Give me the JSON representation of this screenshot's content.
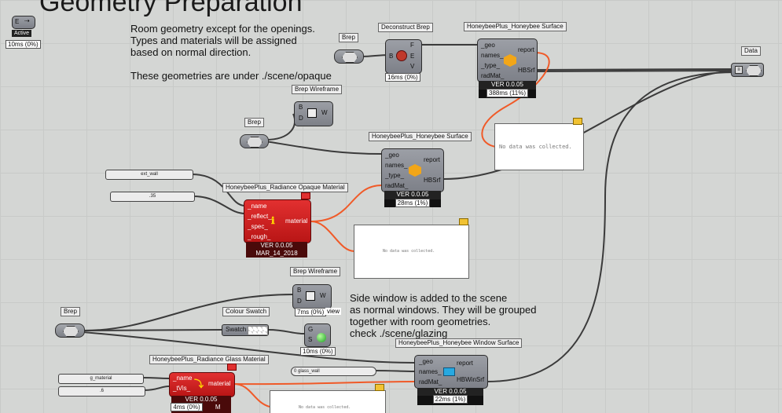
{
  "header": {
    "title": "Geometry Preparation"
  },
  "notes": {
    "room_geometry": "Room geometry except for the openings.\nTypes and materials will be assigned\nbased on normal direction.\n\nThese geometries are under ./scene/opaque",
    "side_window": "Side window is added to the scene\nas normal windows. They will be grouped\ntogether with room geometries.\ncheck ./scene/glazing"
  },
  "toggle": {
    "label": "Active",
    "time": "10ms (0%)",
    "e_label": "E"
  },
  "nodes": {
    "deconstruct": {
      "label": "Deconstruct Brep",
      "input": "B",
      "outputs": [
        "F",
        "E",
        "V"
      ],
      "time": "16ms (0%)"
    },
    "brep1": {
      "label": "Brep"
    },
    "brep2": {
      "label": "Brep"
    },
    "brep3": {
      "label": "Brep"
    },
    "data": {
      "label": "Data"
    },
    "wire1": {
      "label": "Brep Wireframe",
      "inputs": [
        "B",
        "D"
      ],
      "output": "W"
    },
    "wire2": {
      "label": "Brep Wireframe",
      "inputs": [
        "B",
        "D"
      ],
      "output": "W",
      "time": "7ms (0%)",
      "extra": "view"
    },
    "hbsurf1": {
      "label": "HoneybeePlus_Honeybee Surface",
      "inputs": [
        "_geo",
        "names_",
        "_type_",
        "radMat_"
      ],
      "outputs": [
        "report",
        "HBSrf"
      ],
      "ver": "VER 0.0.05",
      "time": "388ms (11%)"
    },
    "hbsurf2": {
      "label": "HoneybeePlus_Honeybee Surface",
      "inputs": [
        "_geo",
        "names_",
        "_type_",
        "radMat_"
      ],
      "outputs": [
        "report",
        "HBSrf"
      ],
      "ver": "VER 0.0.05",
      "time": "28ms (1%)"
    },
    "opaque_mat": {
      "label": "HoneybeePlus_Radiance Opaque Material",
      "inputs": [
        "_name",
        "_reflect_",
        "_spec_",
        "_rough_"
      ],
      "output": "material",
      "ver": "VER 0.0.05",
      "date": "MAR_14_2018"
    },
    "glass_mat": {
      "label": "HoneybeePlus_Radiance Glass Material",
      "inputs": [
        "_name",
        "_tVis_"
      ],
      "output": "material",
      "ver": "VER 0.0.05",
      "time": "4ms (0%)",
      "date_partial": "M"
    },
    "win_surf": {
      "label": "HoneybeePlus_Honeybee Window Surface",
      "inputs": [
        "_geo",
        "names_",
        "radMat_"
      ],
      "outputs": [
        "report",
        "HBWinSrf"
      ],
      "ver": "VER 0.0.05",
      "time": "22ms (1%)"
    },
    "colour_swatch": {
      "label": "Colour Swatch",
      "name": "Swatch"
    },
    "preview": {
      "inputs": [
        "G",
        "S"
      ],
      "time": "10ms (0%)"
    }
  },
  "params": {
    "ext_wall": "ext_wall",
    "val1": ".35",
    "g_material": "g_material",
    "val2": ".6",
    "glass_wall": "0 glass_wall"
  },
  "panels": {
    "no_data": "No data was collected."
  }
}
